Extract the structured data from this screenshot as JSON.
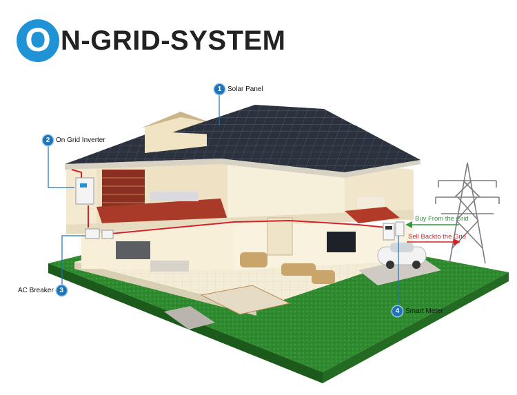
{
  "title": {
    "first_letter": "O",
    "rest": "N-GRID-SYSTEM"
  },
  "callouts": [
    {
      "number": "1",
      "label": "Solar Panel"
    },
    {
      "number": "2",
      "label": "On Grid Inverter"
    },
    {
      "number": "3",
      "label": "AC Breaker"
    },
    {
      "number": "4",
      "label": "Smart Meter"
    }
  ],
  "grid_arrows": {
    "buy": "Buy From the Grid",
    "sell": "Sell Backto the Grid"
  },
  "colors": {
    "accent_blue": "#1f93d6",
    "badge_blue": "#1f73b7",
    "buy_green": "#2e9c3a",
    "sell_red": "#d2232a",
    "roof": "#2c3440",
    "grass": "#2f8a2f"
  }
}
